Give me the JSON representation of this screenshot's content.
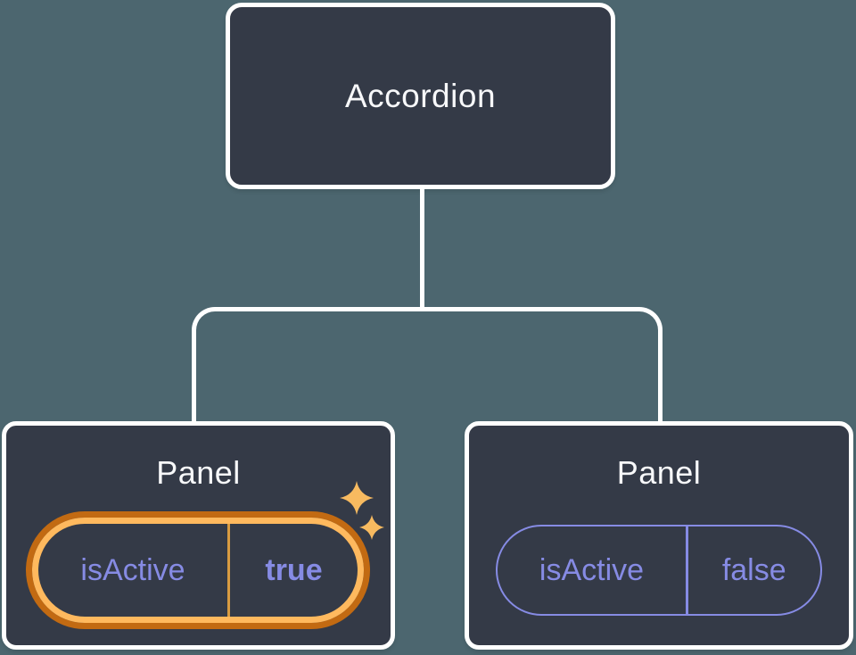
{
  "colors": {
    "background": "#4C666F",
    "node_fill": "#343A47",
    "node_border": "#FFFFFF",
    "node_label_text": "#F7F8FA",
    "state_purple": "#868BE4",
    "highlight_ring_outer": "#C26A12",
    "highlight_ring_inner": "#FFB95E",
    "highlight_divider": "#D89B41",
    "sparkle_gold": "#F7BA60"
  },
  "tree": {
    "root": {
      "label": "Accordion"
    },
    "panels": [
      {
        "label": "Panel",
        "prop": {
          "name": "isActive",
          "value": "true"
        },
        "highlighted": true
      },
      {
        "label": "Panel",
        "prop": {
          "name": "isActive",
          "value": "false"
        },
        "highlighted": false
      }
    ]
  }
}
